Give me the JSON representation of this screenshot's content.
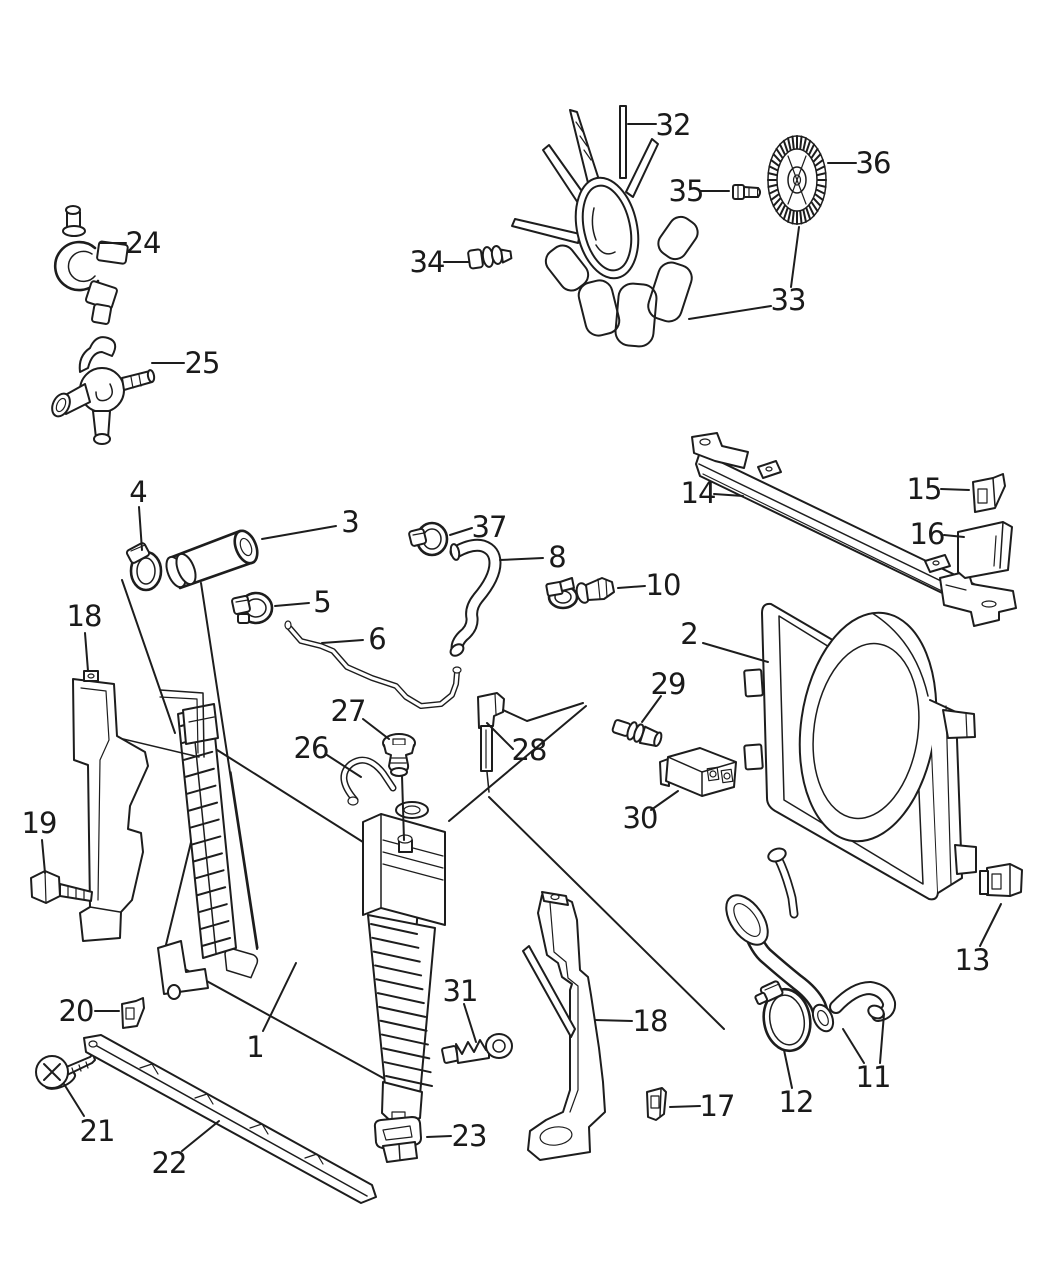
{
  "figure": {
    "background": "#ffffff",
    "line_color": "#1d1d1d",
    "label_color": "#1a1a1a"
  },
  "callouts": [
    {
      "label": "1",
      "part": "radiator"
    },
    {
      "label": "2",
      "part": "fan-shroud"
    },
    {
      "label": "3",
      "part": "hose-tube"
    },
    {
      "label": "4",
      "part": "hose-clamp"
    },
    {
      "label": "5",
      "part": "hose-clamp"
    },
    {
      "label": "6",
      "part": "vent-pipe"
    },
    {
      "label": "8",
      "part": "curved-hose"
    },
    {
      "label": "10",
      "part": "clamp-and-pin"
    },
    {
      "label": "11",
      "part": "lower-radiator-hose"
    },
    {
      "label": "12",
      "part": "hose-clamp"
    },
    {
      "label": "13",
      "part": "retaining-clip"
    },
    {
      "label": "14",
      "part": "upper-crossmember"
    },
    {
      "label": "15",
      "part": "clip"
    },
    {
      "label": "16",
      "part": "bracket-pad"
    },
    {
      "label": "17",
      "part": "clip"
    },
    {
      "label": "18",
      "part": "air-baffle-left"
    },
    {
      "label": "18",
      "part": "air-baffle-right"
    },
    {
      "label": "19",
      "part": "bolt"
    },
    {
      "label": "20",
      "part": "clip"
    },
    {
      "label": "21",
      "part": "screw"
    },
    {
      "label": "22",
      "part": "lower-air-deflector"
    },
    {
      "label": "23",
      "part": "rubber-mount"
    },
    {
      "label": "24",
      "part": "hose-retainer"
    },
    {
      "label": "25",
      "part": "vent-valve"
    },
    {
      "label": "26",
      "part": "expansion-tank"
    },
    {
      "label": "27",
      "part": "pressure-cap"
    },
    {
      "label": "28",
      "part": "level-sensor"
    },
    {
      "label": "29",
      "part": "temperature-sensor"
    },
    {
      "label": "30",
      "part": "electrical-connector"
    },
    {
      "label": "31",
      "part": "drain-valve"
    },
    {
      "label": "32",
      "part": "fan-blade"
    },
    {
      "label": "33",
      "part": "cooling-fan"
    },
    {
      "label": "34",
      "part": "bolt-with-washer"
    },
    {
      "label": "35",
      "part": "bolt"
    },
    {
      "label": "36",
      "part": "fan-clutch"
    },
    {
      "label": "37",
      "part": "hose-clamp"
    }
  ]
}
